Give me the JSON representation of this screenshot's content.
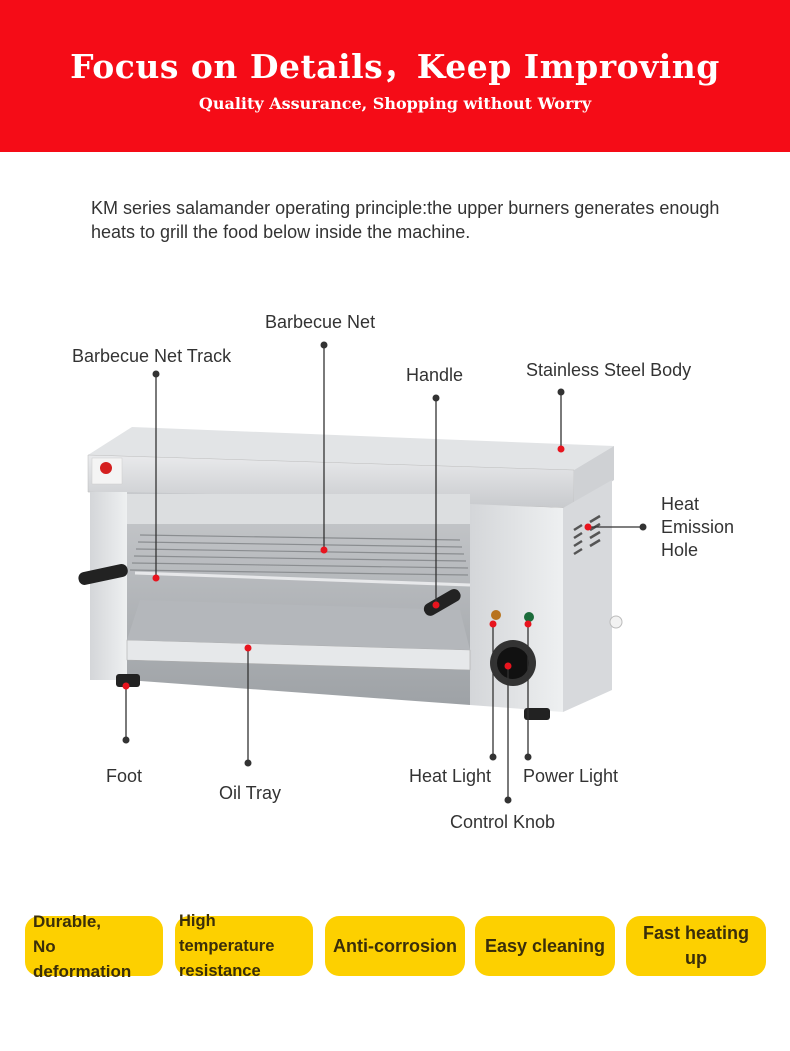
{
  "header": {
    "title": "Focus on Details，Keep Improving",
    "subtitle": "Quality Assurance, Shopping without Worry",
    "bg_color": "#f50c17"
  },
  "description": "KM series salamander operating principle:the upper burners generates enough heats to grill the food below inside the machine.",
  "callouts": {
    "barbecue_net": "Barbecue Net",
    "barbecue_net_track": "Barbecue Net Track",
    "handle": "Handle",
    "stainless_steel_body": "Stainless Steel Body",
    "heat_emission_hole": [
      "Heat",
      "Emission",
      "Hole"
    ],
    "foot": "Foot",
    "oil_tray": "Oil Tray",
    "heat_light": "Heat Light",
    "power_light": "Power Light",
    "control_knob": "Control Knob"
  },
  "features": [
    {
      "line1": "Durable,",
      "line2": "No deformation"
    },
    {
      "line1": "High temperature",
      "line2": "resistance"
    },
    {
      "line1": "Anti-corrosion"
    },
    {
      "line1": "Easy cleaning"
    },
    {
      "line1": "Fast heating up"
    }
  ],
  "colors": {
    "badge": "#fdd000",
    "marker": "#e8141e"
  }
}
